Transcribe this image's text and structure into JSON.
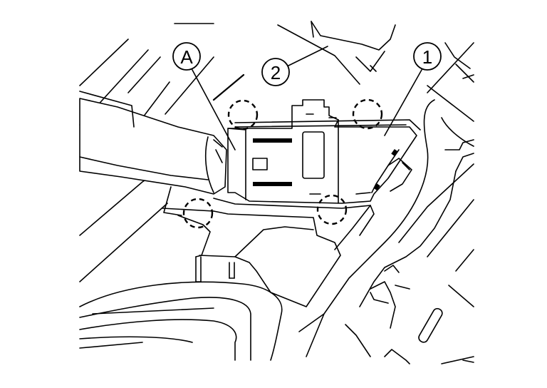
{
  "callouts": {
    "part_1": "1",
    "part_2": "2",
    "tool_A": "A"
  }
}
